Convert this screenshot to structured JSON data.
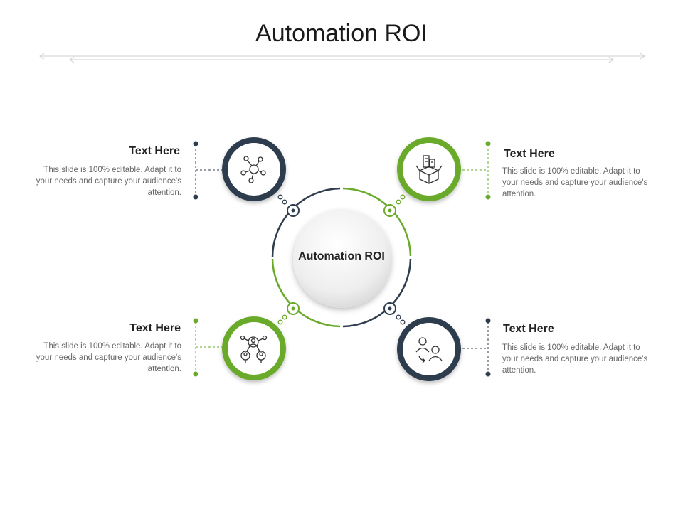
{
  "title": "Automation ROI",
  "center": {
    "label": "Automation ROI"
  },
  "colors": {
    "dark": "#2f3e4e",
    "green": "#6aaa2a"
  },
  "items": [
    {
      "heading": "Text Here",
      "body": "This slide is 100% editable. Adapt it to your needs and capture your audience's attention.",
      "icon": "network-nodes-icon"
    },
    {
      "heading": "Text Here",
      "body": "This slide is 100% editable. Adapt it to your needs and capture your audience's attention.",
      "icon": "city-box-icon"
    },
    {
      "heading": "Text Here",
      "body": "This slide is 100% editable. Adapt it to your needs and capture your audience's attention.",
      "icon": "connected-people-icon"
    },
    {
      "heading": "Text Here",
      "body": "This slide is 100% editable. Adapt it to your needs and capture your audience's attention.",
      "icon": "team-exchange-icon"
    }
  ]
}
